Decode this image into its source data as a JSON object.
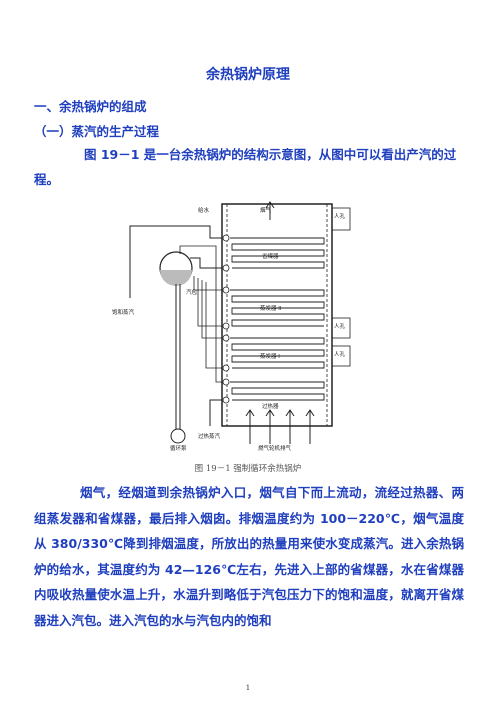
{
  "document": {
    "title": "余热锅炉原理",
    "heading1": "一、余热锅炉的组成",
    "heading2": "（一）蒸汽的生产过程",
    "intro": "图 19－1 是一台余热锅炉的结构示意图，从图中可以看出产汽的过程。",
    "caption": "图 19－1 强制循环余热锅炉",
    "body": "烟气，经烟道到余热锅炉入口，烟气自下而上流动，流经过热器、两组蒸发器和省煤器，最后排入烟囱。排烟温度约为 100－220℃，烟气温度从 380/330℃降到排烟温度，所放出的热量用来使水变成蒸汽。进入余热锅炉的给水，其温度约为 42—126℃左右，先进入上部的省煤器，水在省煤器内吸收热量使水温上升，水温升到略低于汽包压力下的饱和温度，就离开省煤器进入汽包。进入汽包的水与汽包内的饱和",
    "page_number": "1"
  },
  "figure": {
    "labels": {
      "feedwater": "给水",
      "flue_gas": "烟气",
      "manhole_top": "人孔",
      "economizer": "省煤器",
      "manhole_mid": "人孔",
      "evaporator2": "蒸发器 II",
      "manhole_low": "人孔",
      "evaporator1": "蒸发器 I",
      "superheater": "过热器",
      "water_steam": "饱和蒸汽",
      "drum": "汽包",
      "superheated_steam": "过热蒸汽",
      "gas_inlet": "燃气轮机排气",
      "circulation_pump": "循环泵"
    }
  },
  "colors": {
    "text": "#1f3fbf"
  }
}
